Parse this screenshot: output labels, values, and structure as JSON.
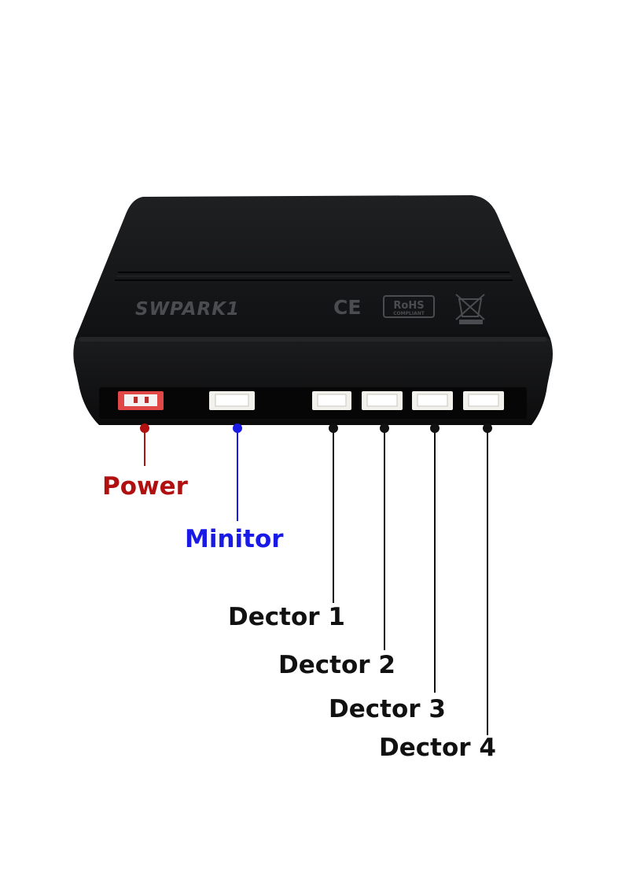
{
  "device": {
    "model_text": "SWPARK1",
    "ce_mark": "CE",
    "rohs_mark": "RoHS",
    "rohs_sub": "COMPLIANT",
    "body_color": "#151617",
    "connector_color": "#f3f1ec",
    "power_connector_color": "#e04848",
    "weee_icon": "crossed-bin-icon"
  },
  "callouts": {
    "power": {
      "label": "Power",
      "color": "#b01010"
    },
    "monitor": {
      "label": "Minitor",
      "color": "#1a1ae6"
    },
    "detector1": {
      "label": "Dector 1",
      "color": "#111111"
    },
    "detector2": {
      "label": "Dector 2",
      "color": "#111111"
    },
    "detector3": {
      "label": "Dector 3",
      "color": "#111111"
    },
    "detector4": {
      "label": "Dector 4",
      "color": "#111111"
    }
  }
}
